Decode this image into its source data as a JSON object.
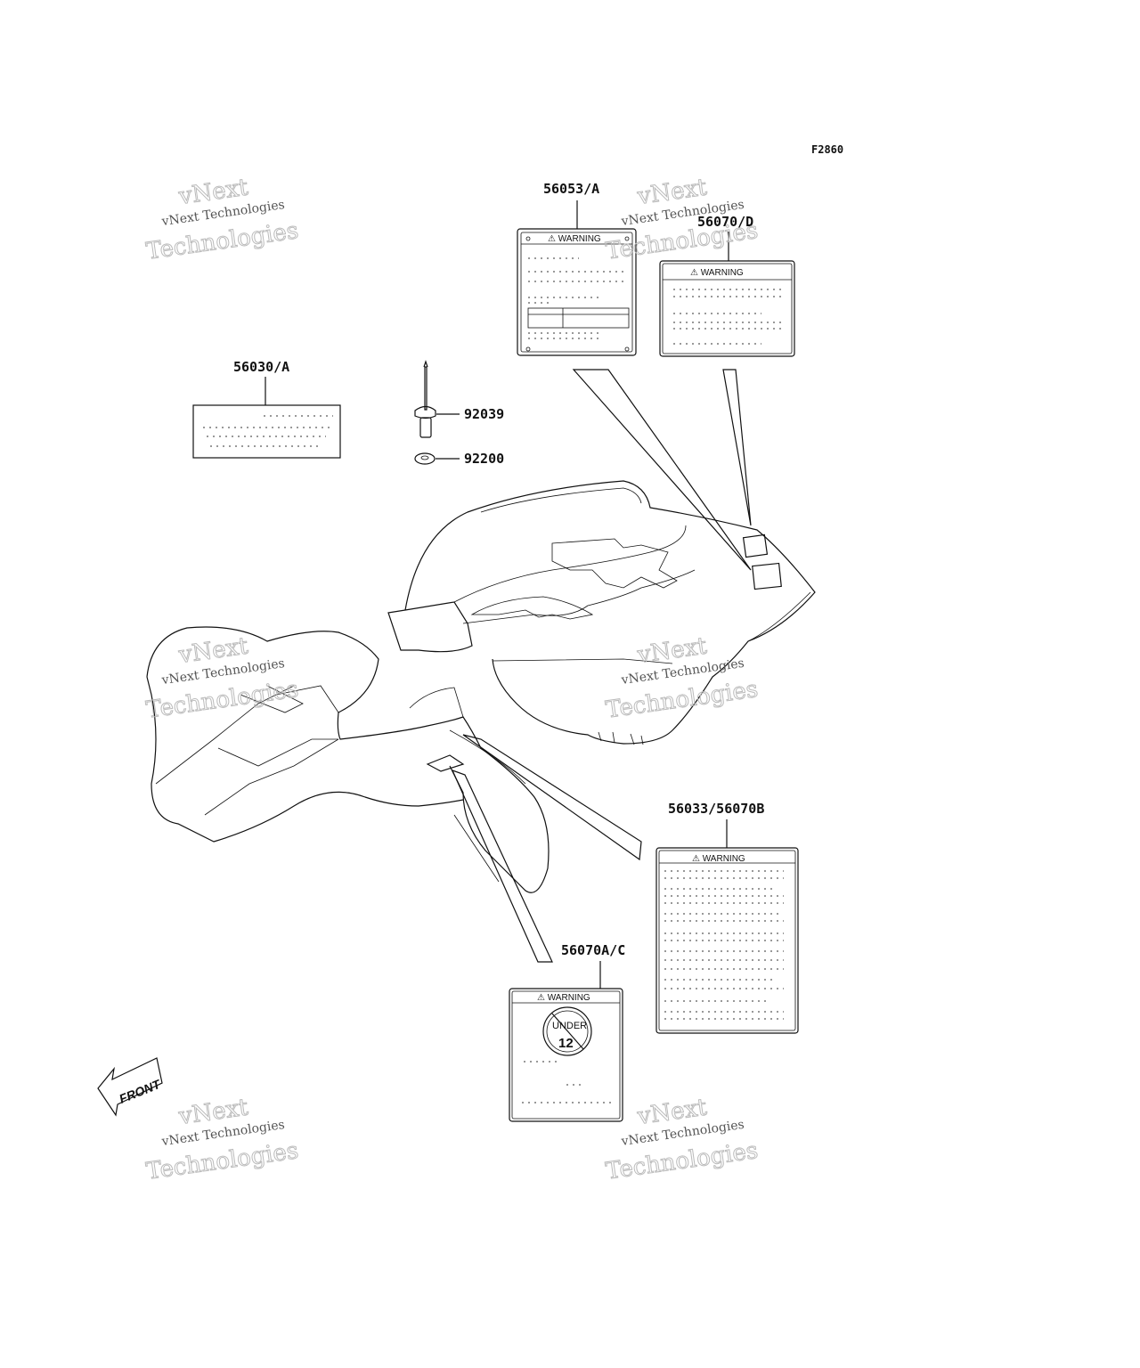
{
  "figure_id": "F2860",
  "parts": {
    "p56053": "56053/A",
    "p56070d": "56070/D",
    "p56030": "56030/A",
    "p92039": "92039",
    "p92200": "92200",
    "p56033": "56033/56070B",
    "p56070ac": "56070A/C"
  },
  "labels": {
    "warning": "⚠ WARNING",
    "under": "UNDER",
    "age": "12",
    "front": "FRONT"
  },
  "watermark": {
    "line1": "vNext Technologies",
    "line2": "vNext",
    "line3": "Technologies"
  }
}
